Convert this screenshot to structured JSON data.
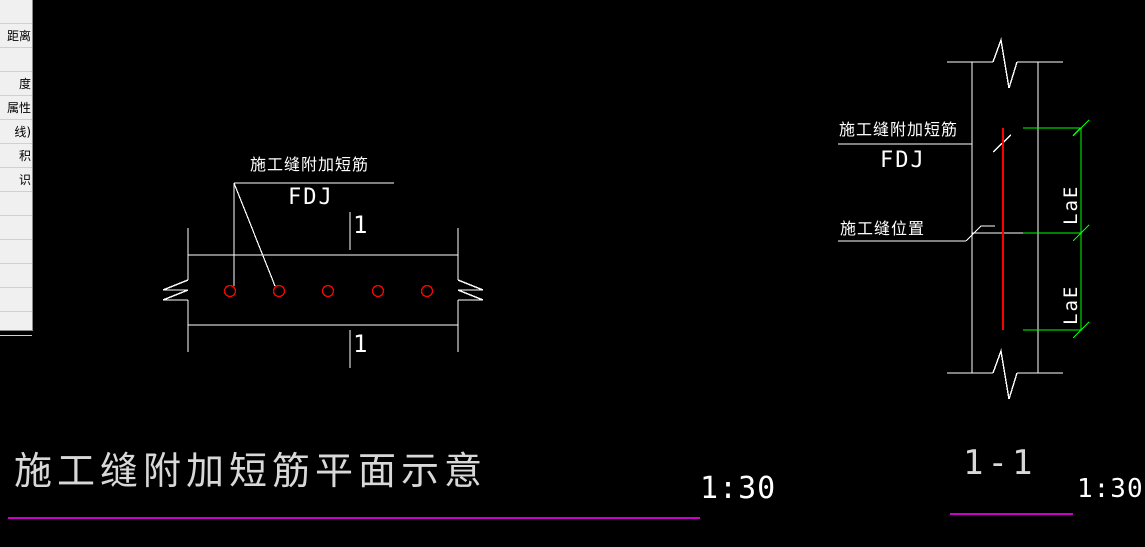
{
  "window": {
    "background_color": "#000000"
  },
  "property_panel": {
    "background_color": "#f0f0f0",
    "rows": [
      {
        "label": ""
      },
      {
        "label": "距离"
      },
      {
        "label": ""
      },
      {
        "label": "度"
      },
      {
        "label": "属性"
      },
      {
        "label": "线)"
      },
      {
        "label": "积"
      },
      {
        "label": "识"
      },
      {
        "label": ""
      },
      {
        "label": ""
      },
      {
        "label": ""
      },
      {
        "label": ""
      },
      {
        "label": ""
      },
      {
        "label": ""
      }
    ]
  },
  "drawing": {
    "colors": {
      "geometry": "#ffffff",
      "rebar": "#ff0000",
      "dimension": "#00ff00",
      "title_underline": "#cc00cc",
      "background": "#000000"
    },
    "plan_view": {
      "leader_label_line1": "施工缝附加短筋",
      "leader_label_line2": "FDJ",
      "section_marker_top": "1",
      "section_marker_bottom": "1",
      "rebar_dot_count": 5,
      "title": "施工缝附加短筋平面示意",
      "scale": "1:30"
    },
    "section_view": {
      "leader_label_line1": "施工缝附加短筋",
      "leader_label_line2": "FDJ",
      "joint_label": "施工缝位置",
      "dimension_upper": "LaE",
      "dimension_lower": "LaE",
      "title": "1-1",
      "scale": "1:30"
    }
  }
}
